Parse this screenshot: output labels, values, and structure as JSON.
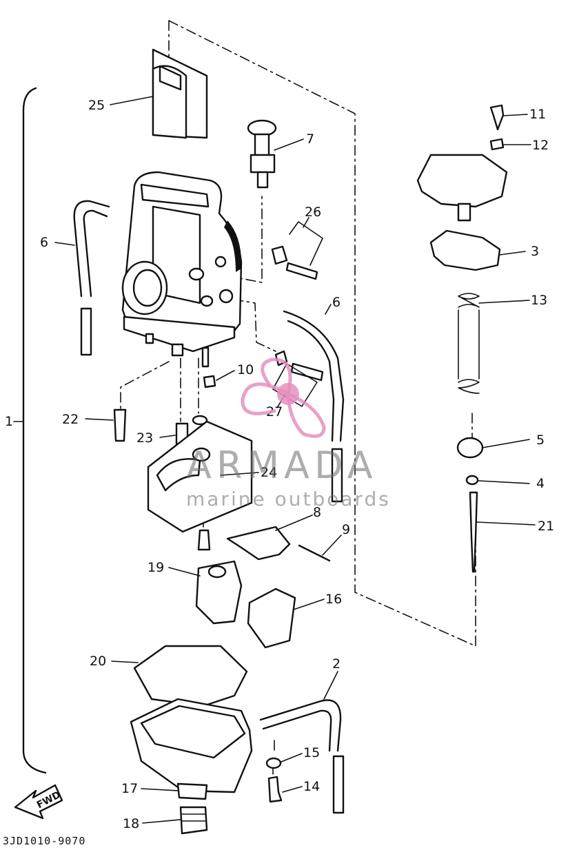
{
  "diagram": {
    "code": "3JD1010-9070",
    "fwd_label": "FWD",
    "labels": [
      "1",
      "2",
      "3",
      "4",
      "5",
      "6",
      "6",
      "7",
      "8",
      "9",
      "10",
      "11",
      "12",
      "13",
      "14",
      "15",
      "16",
      "17",
      "18",
      "19",
      "20",
      "21",
      "22",
      "23",
      "24",
      "25",
      "26",
      "27"
    ]
  },
  "watermark": {
    "brand": "ARMADA",
    "tagline": "marine outboards",
    "accent_color": "#e58fbf"
  }
}
